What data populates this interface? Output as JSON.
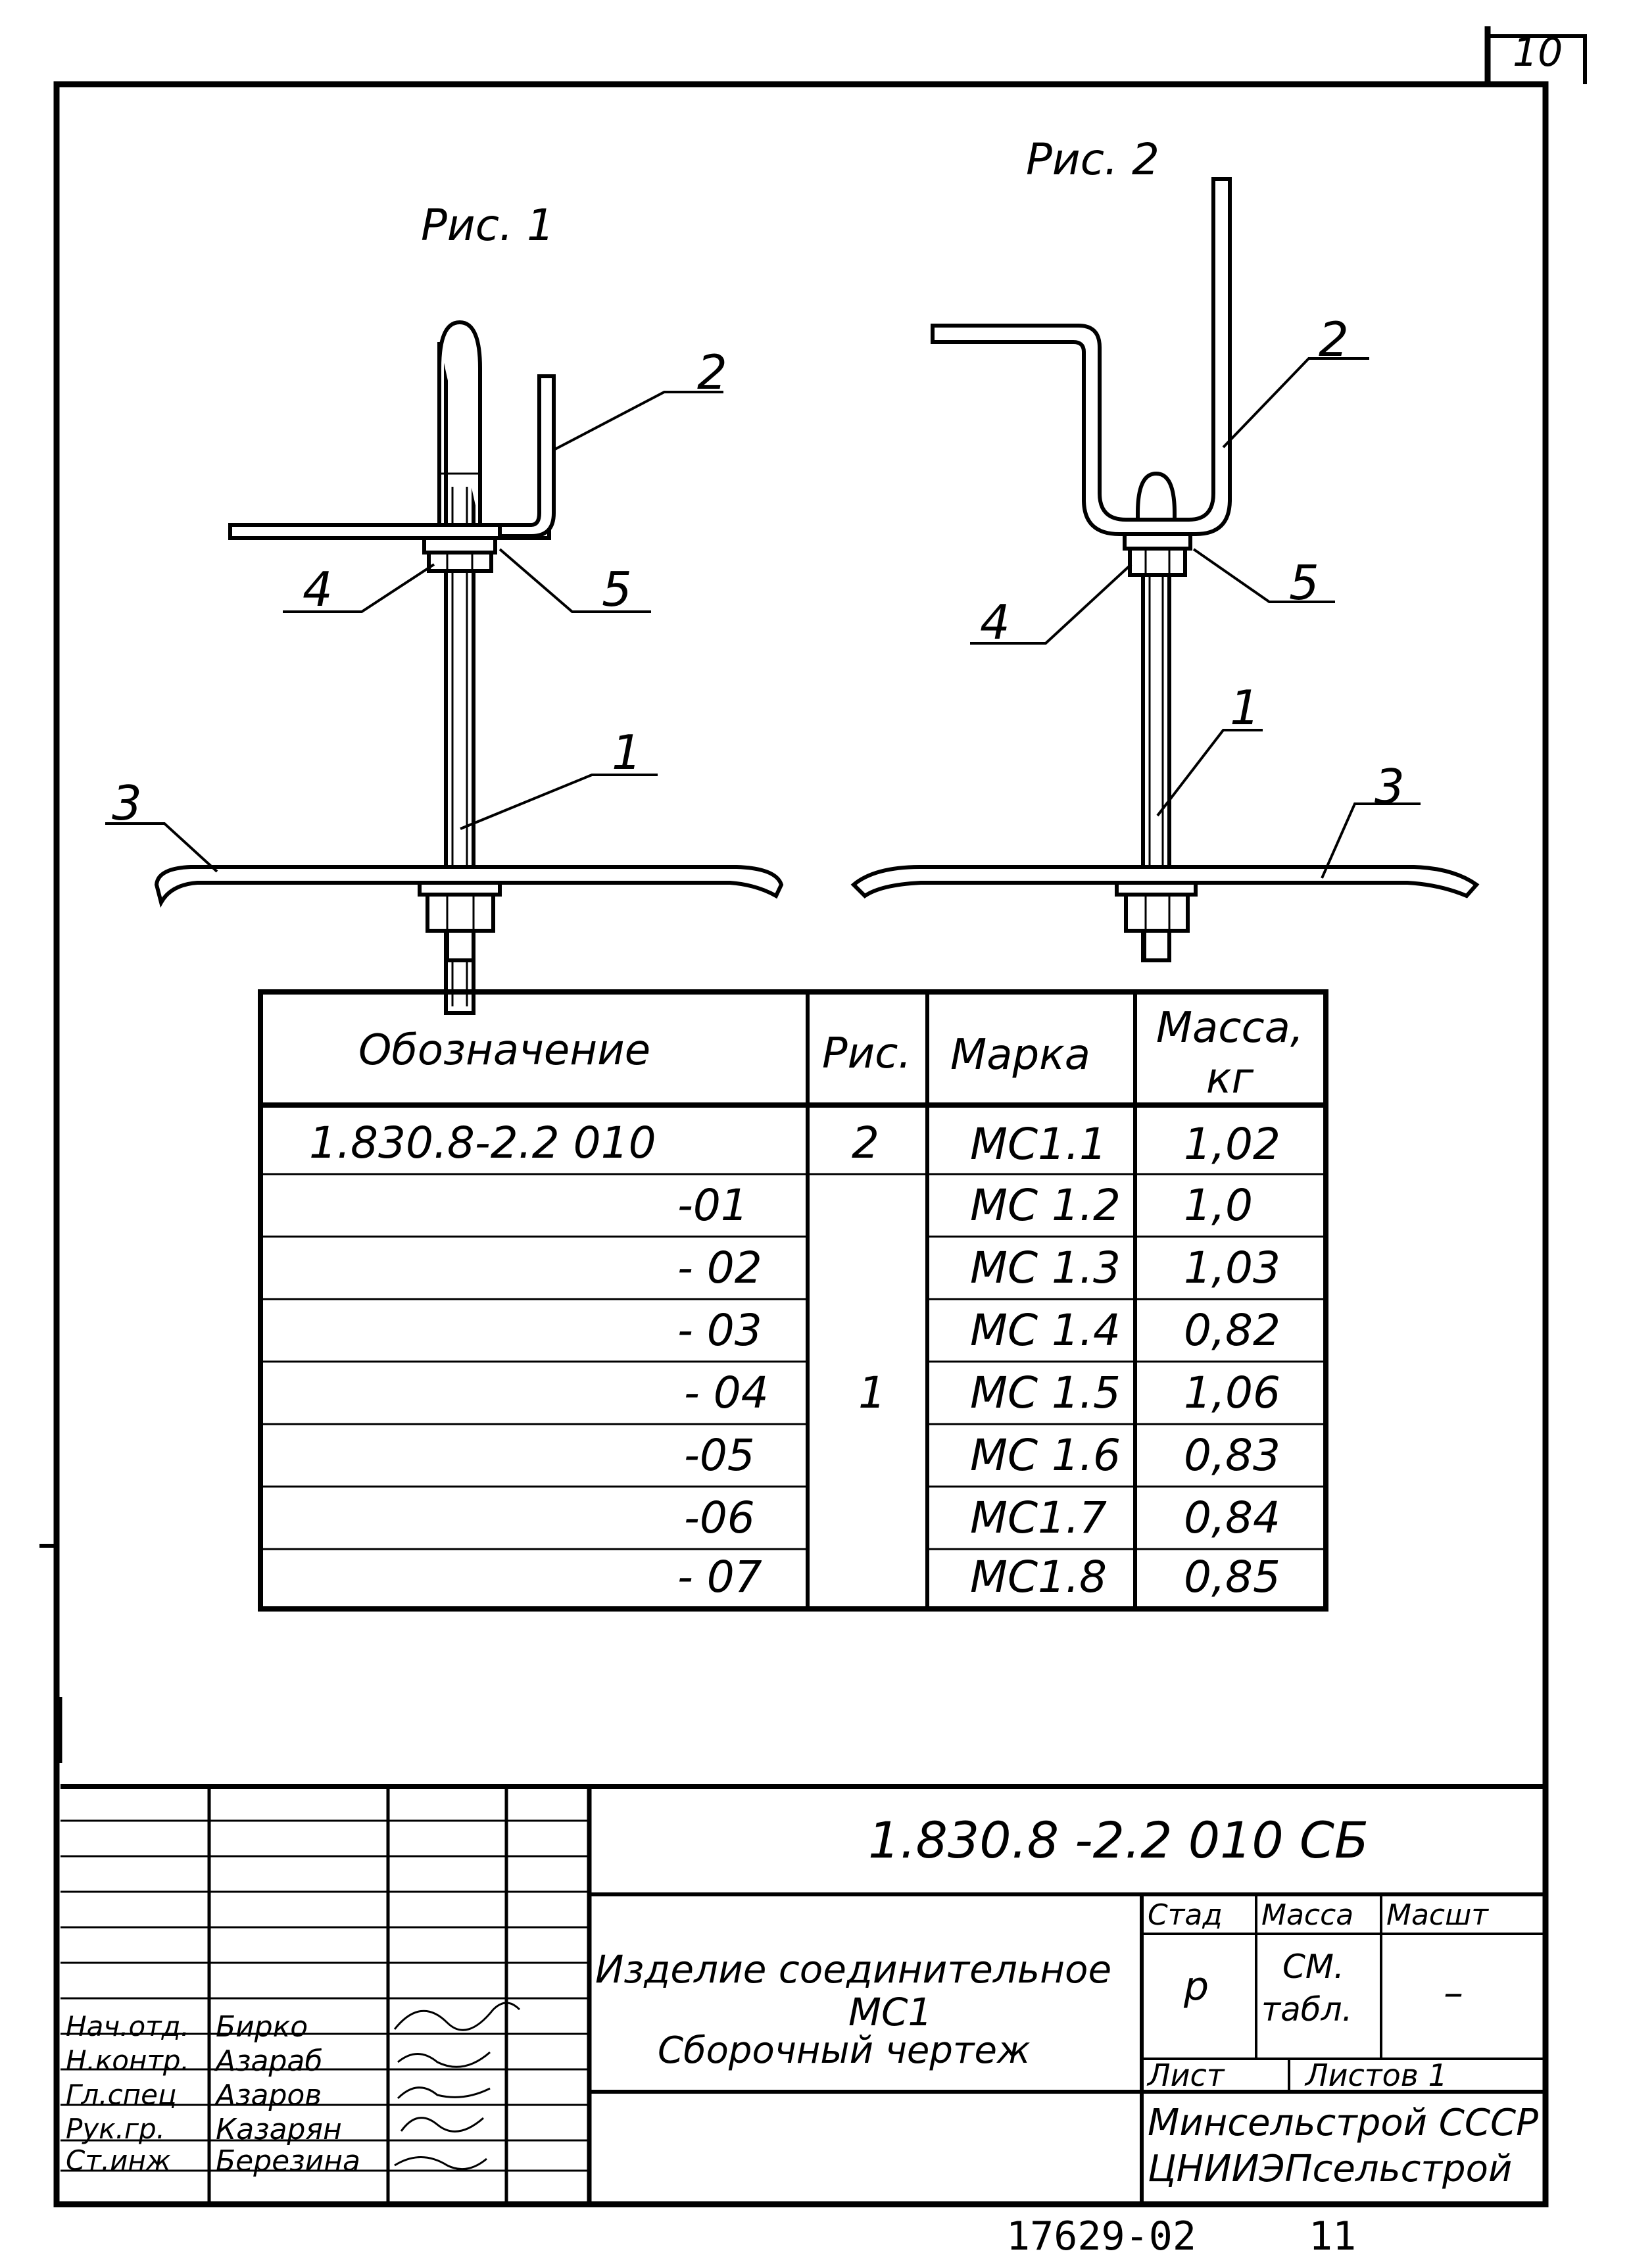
{
  "page_number_top": "10",
  "figures": {
    "fig1_caption": "Рис. 1",
    "fig2_caption": "Рис. 2",
    "fig1_callouts": [
      "1",
      "2",
      "3",
      "4",
      "5"
    ],
    "fig2_callouts": [
      "1",
      "2",
      "3",
      "4",
      "5"
    ]
  },
  "table": {
    "headers": [
      "Обозначение",
      "Рис.",
      "Марка",
      "Масса, кг"
    ],
    "rows": [
      {
        "designation": "1.830.8-2.2 010",
        "fig": "2",
        "mark": "МС1.1",
        "mass": "1,02"
      },
      {
        "designation": "-01",
        "fig": "",
        "mark": "МС 1.2",
        "mass": "1,0"
      },
      {
        "designation": "- 02",
        "fig": "",
        "mark": "МС 1.3",
        "mass": "1,03"
      },
      {
        "designation": "- 03",
        "fig": "",
        "mark": "МС 1.4",
        "mass": "0,82"
      },
      {
        "designation": "- 04",
        "fig": "1",
        "mark": "МС 1.5",
        "mass": "1,06"
      },
      {
        "designation": "-05",
        "fig": "",
        "mark": "МС 1.6",
        "mass": "0,83"
      },
      {
        "designation": "-06",
        "fig": "",
        "mark": "МС1.7",
        "mass": "0,84"
      },
      {
        "designation": "- 07",
        "fig": "",
        "mark": "МС1.8",
        "mass": "0,85"
      }
    ]
  },
  "title_block": {
    "doc_code": "1.830.8 -2.2 010 СБ",
    "name_line1": "Изделие соединительное",
    "name_line2": "МС1",
    "name_line3": "Сборочный чертеж",
    "stage_label": "Стад",
    "mass_label": "Масса",
    "scale_label": "Масшт",
    "stage_value": "р",
    "mass_value_line1": "СМ.",
    "mass_value_line2": "табл.",
    "scale_value": "–",
    "sheet_label": "Лист",
    "sheets_label": "Листов 1",
    "org_line1": "Минсельстрой СССР",
    "org_line2": "ЦНИИЭПсельстрой",
    "roles": [
      {
        "role": "Нач.отд.",
        "name": "Бирко"
      },
      {
        "role": "Н.контр.",
        "name": "Азараб"
      },
      {
        "role": "Гл.спец",
        "name": "Азаров"
      },
      {
        "role": "Рук.гр.",
        "name": "Казарян"
      },
      {
        "role": "Ст.инж",
        "name": "Березина"
      }
    ]
  },
  "footer": {
    "inventory_number": "17629-02",
    "page": "11"
  }
}
